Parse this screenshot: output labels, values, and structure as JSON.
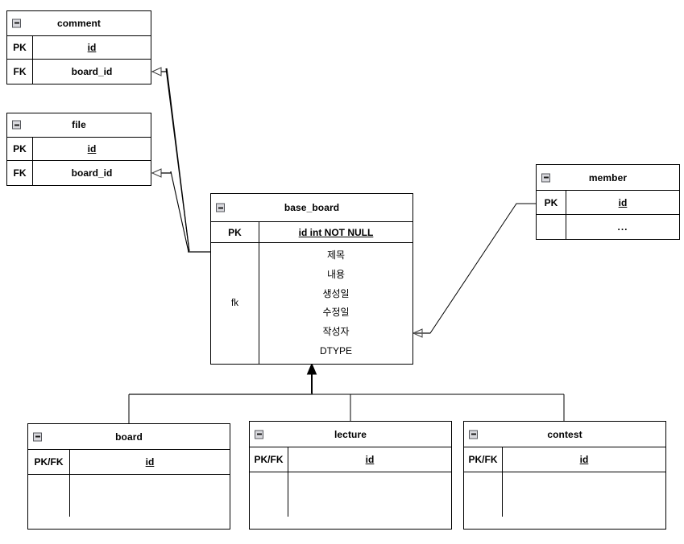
{
  "diagram": {
    "title": "base_board ER diagram",
    "background": "#ffffff",
    "line_color": "#000000",
    "icon_fill": "#d9d9de",
    "icon_border": "#55575c"
  },
  "entities": {
    "comment": {
      "name": "comment",
      "icon": "collapse-minus-icon",
      "rows": [
        {
          "key": "PK",
          "value": "id",
          "underline": true
        },
        {
          "key": "FK",
          "value": "board_id",
          "underline": false
        }
      ]
    },
    "file": {
      "name": "file",
      "icon": "collapse-minus-icon",
      "rows": [
        {
          "key": "PK",
          "value": "id",
          "underline": true
        },
        {
          "key": "FK",
          "value": "board_id",
          "underline": false
        }
      ]
    },
    "base_board": {
      "name": "base_board",
      "icon": "collapse-minus-icon",
      "pk_key": "PK",
      "pk_value": "id int NOT NULL",
      "fk_key": "fk",
      "attributes": [
        "제목",
        "내용",
        "생성일",
        "수정일",
        "작성자",
        "DTYPE"
      ]
    },
    "member": {
      "name": "member",
      "icon": "collapse-minus-icon",
      "pk_key": "PK",
      "pk_value": "id",
      "more_key": "",
      "more_value": "..."
    },
    "board": {
      "name": "board",
      "icon": "collapse-minus-icon",
      "pk_key": "PK/FK",
      "pk_value": "id"
    },
    "lecture": {
      "name": "lecture",
      "icon": "collapse-minus-icon",
      "pk_key": "PK/FK",
      "pk_value": "id"
    },
    "contest": {
      "name": "contest",
      "icon": "collapse-minus-icon",
      "pk_key": "PK/FK",
      "pk_value": "id"
    }
  },
  "relationships": [
    {
      "id": "comment-to-base_board",
      "from": "comment",
      "to": "base_board",
      "marker": "crows-foot-open-arrow"
    },
    {
      "id": "file-to-base_board",
      "from": "file",
      "to": "base_board",
      "marker": "crows-foot-open-arrow"
    },
    {
      "id": "base_board-to-member",
      "from": "base_board",
      "to": "member",
      "marker": "crows-foot-open-arrow"
    },
    {
      "id": "board-inherits-base_board",
      "from": "board",
      "to": "base_board",
      "marker": "generalization-filled-arrow"
    },
    {
      "id": "lecture-inherits-base_board",
      "from": "lecture",
      "to": "base_board",
      "marker": "generalization-filled-arrow"
    },
    {
      "id": "contest-inherits-base_board",
      "from": "contest",
      "to": "base_board",
      "marker": "generalization-filled-arrow"
    }
  ]
}
